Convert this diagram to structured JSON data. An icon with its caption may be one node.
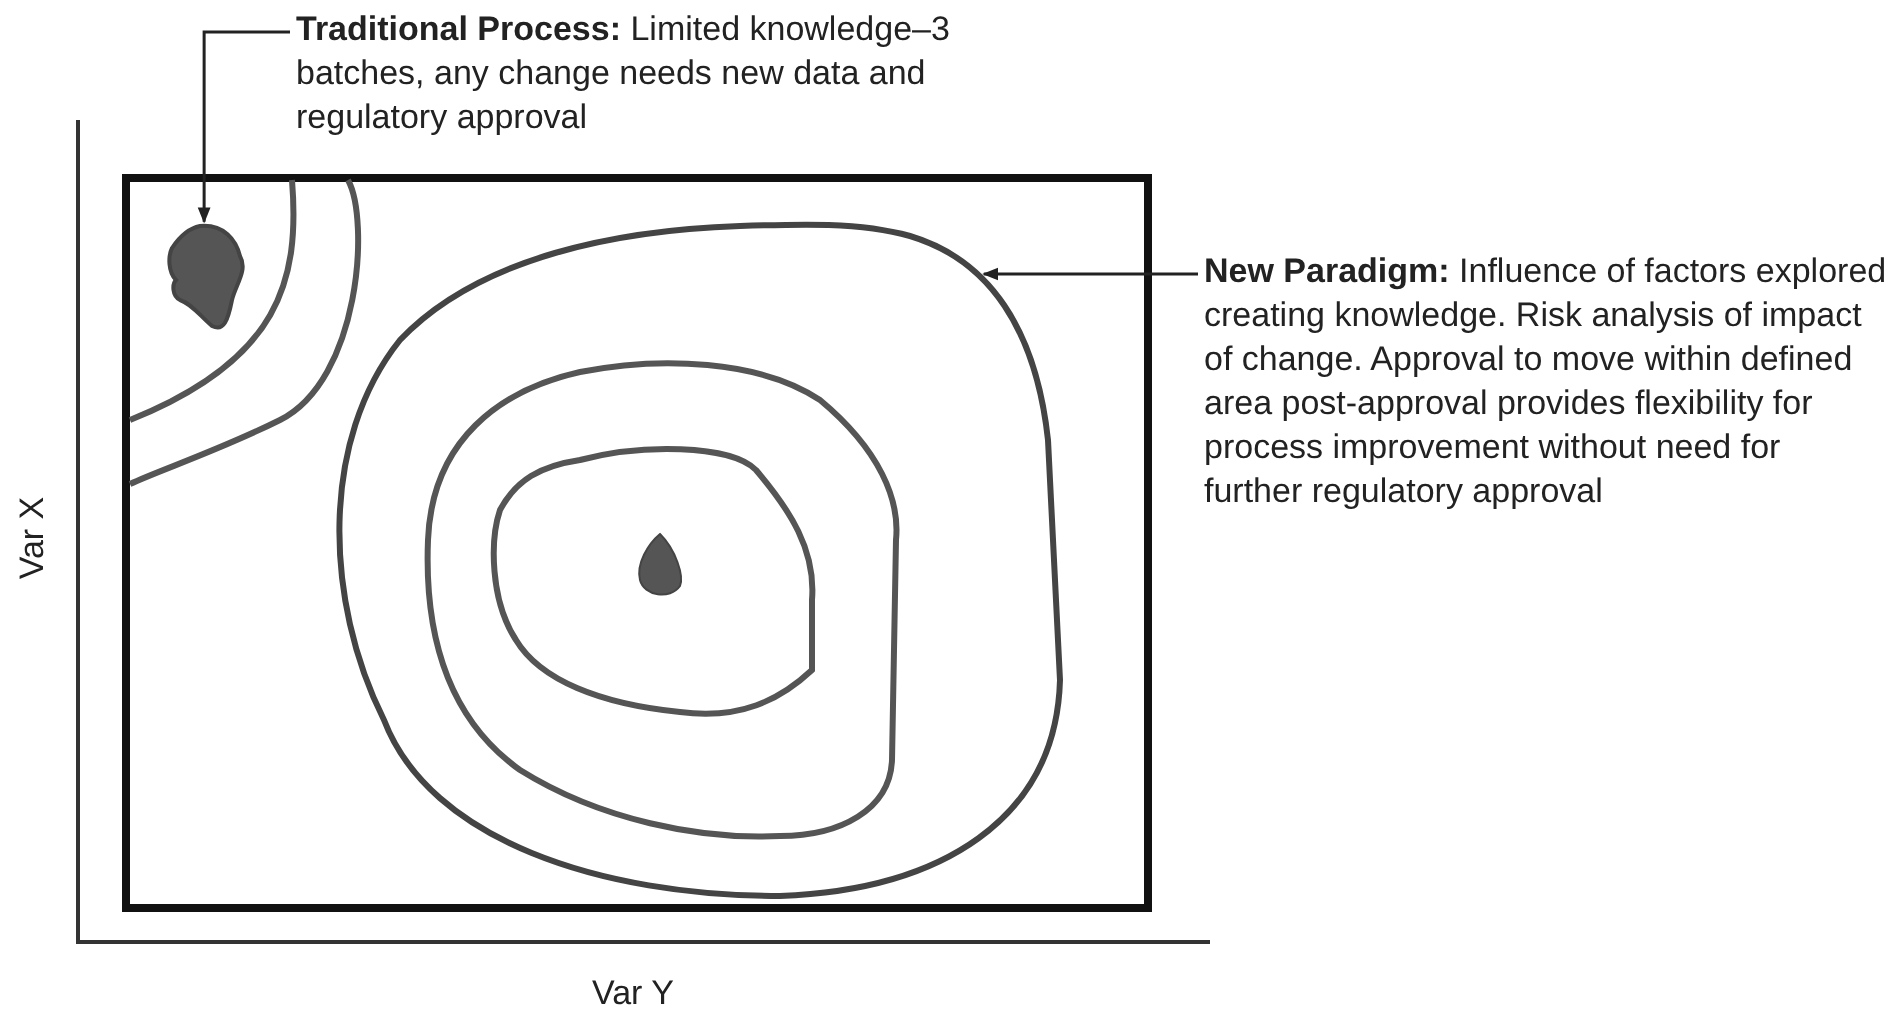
{
  "diagram": {
    "nodes": [
      {
        "text": [
          "**Traditional Process:** Limited knowledge–3 batches, any change needs new data and regulatory approval"
        ]
      },
      {
        "text": [],
        "shape": "blob"
      },
      {
        "text": [
          "**New Paradigm:** Influence of factors explored creating knowledge. Risk analysis of impact of change. Approval to move within defined area post-approval provides flexibility for process improvement without need for further regulatory approval"
        ]
      },
      {
        "text": [],
        "shape": "contour"
      }
    ],
    "edges": [
      {
        "from": 0,
        "to": 1,
        "arrow": "to"
      },
      {
        "from": 2,
        "to": 3,
        "arrow": "to"
      }
    ],
    "labels": [
      "Var X",
      "Var Y"
    ]
  }
}
